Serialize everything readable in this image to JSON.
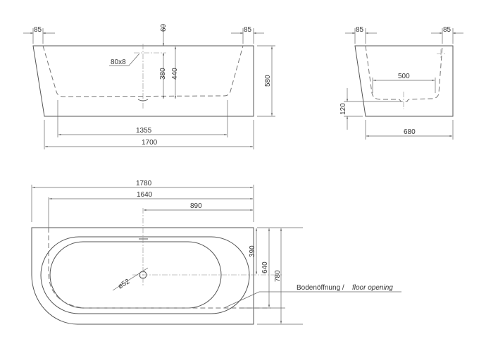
{
  "front_view": {
    "dims": {
      "rim_left": "85",
      "rim_right": "85",
      "top_offset": "60",
      "overflow": "80x8",
      "overflow_height": "380",
      "inner_depth": "440",
      "total_height": "580",
      "floor_length": "1355",
      "total_length": "1700"
    }
  },
  "side_view": {
    "dims": {
      "rim_left": "85",
      "rim_right": "85",
      "floor_width": "500",
      "drain_height": "120",
      "total_width": "680"
    }
  },
  "plan_view": {
    "dims": {
      "total_length": "1780",
      "opening_length": "1640",
      "drain_offset": "890",
      "drain_y": "390",
      "opening_width": "640",
      "total_width": "780",
      "drain_diameter": "ø52"
    },
    "label_de": "Bodenöffnung /",
    "label_en": "floor opening"
  }
}
